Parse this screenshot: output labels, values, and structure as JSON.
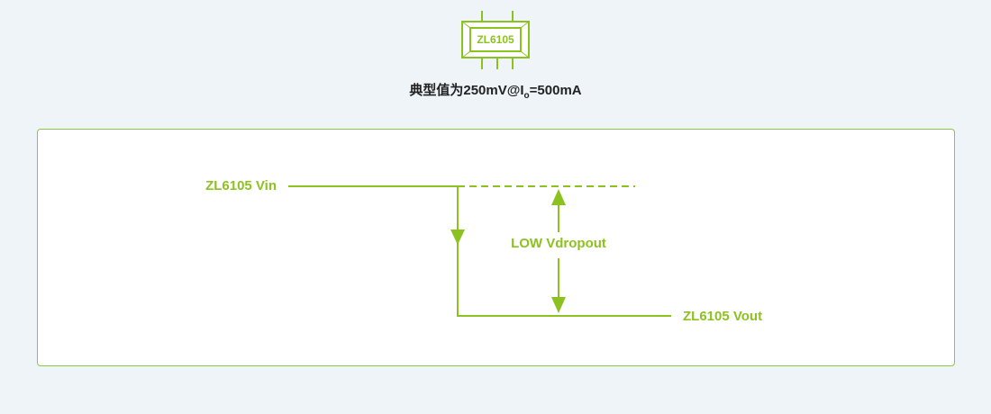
{
  "chip": {
    "label": "ZL6105"
  },
  "caption": {
    "prefix": "典型值为250mV@I",
    "subscript": "o",
    "suffix": "=500mA"
  },
  "diagram": {
    "vin_label": "ZL6105 Vin",
    "vout_label": "ZL6105 Vout",
    "dropout_label": "LOW Vdropout"
  },
  "colors": {
    "accent": "#8cc21f",
    "background": "#eff4f8"
  }
}
